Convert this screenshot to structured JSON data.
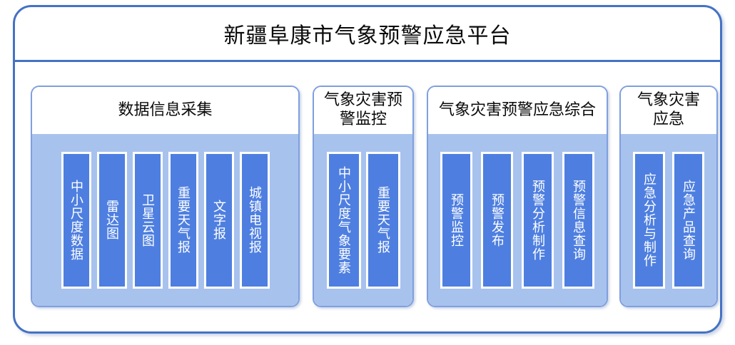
{
  "platform": {
    "title": "新疆阜康市气象预警应急平台",
    "accent_color": "#4472C4",
    "panel_border_color": "#7FA0DE",
    "panel_body_color": "#A8C2EE",
    "item_color": "#4E7FE0",
    "item_text_color": "#FFFFFF",
    "title_color": "#0A0A0A"
  },
  "panels": [
    {
      "title": "数据信息采集",
      "items": [
        {
          "label": "中小尺度数据"
        },
        {
          "label": "雷达图"
        },
        {
          "label": "卫星云图"
        },
        {
          "label": "重要天气报"
        },
        {
          "label": "文字报"
        },
        {
          "label": "城镇电视报"
        }
      ]
    },
    {
      "title": "气象灾害预\n警监控",
      "items": [
        {
          "label": "中小尺度气象要素"
        },
        {
          "label": "重要天气报"
        }
      ]
    },
    {
      "title": "气象灾害预警应急综合",
      "items": [
        {
          "label": "预警监控"
        },
        {
          "label": "预警发布"
        },
        {
          "label": "预警分析制作"
        },
        {
          "label": "预警信息查询"
        }
      ]
    },
    {
      "title": "气象灾害\n应急",
      "items": [
        {
          "label": "应急分析与制作"
        },
        {
          "label": "应急产品查询"
        }
      ]
    }
  ]
}
